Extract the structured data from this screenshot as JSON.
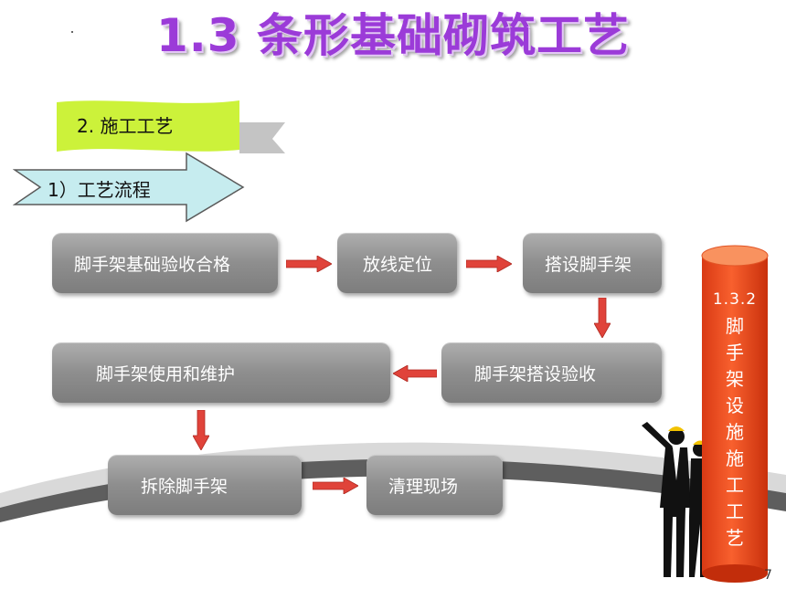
{
  "title": "1.3 条形基础砌筑工艺",
  "section": {
    "label": "2. 施工工艺"
  },
  "subsection": {
    "label": "1）工艺流程"
  },
  "steps": {
    "s1": "脚手架基础验收合格",
    "s2": "放线定位",
    "s3": "搭设脚手架",
    "s4": "脚手架搭设验收",
    "s5": "脚手架使用和维护",
    "s6": "拆除脚手架",
    "s7": "清理现场"
  },
  "side_pillar": {
    "number": "1.3.2",
    "chars": [
      "脚",
      "手",
      "架",
      "设",
      "施",
      "施",
      "工",
      "工",
      "艺"
    ]
  },
  "page_number": "7",
  "colors": {
    "title": "#9b3bd8",
    "step_box": "#8e8e8e",
    "arrow": "#e0433a",
    "pillar": "#f04a22",
    "section_flag": "#ccf23a",
    "arrow_banner": "#c6ecef"
  }
}
